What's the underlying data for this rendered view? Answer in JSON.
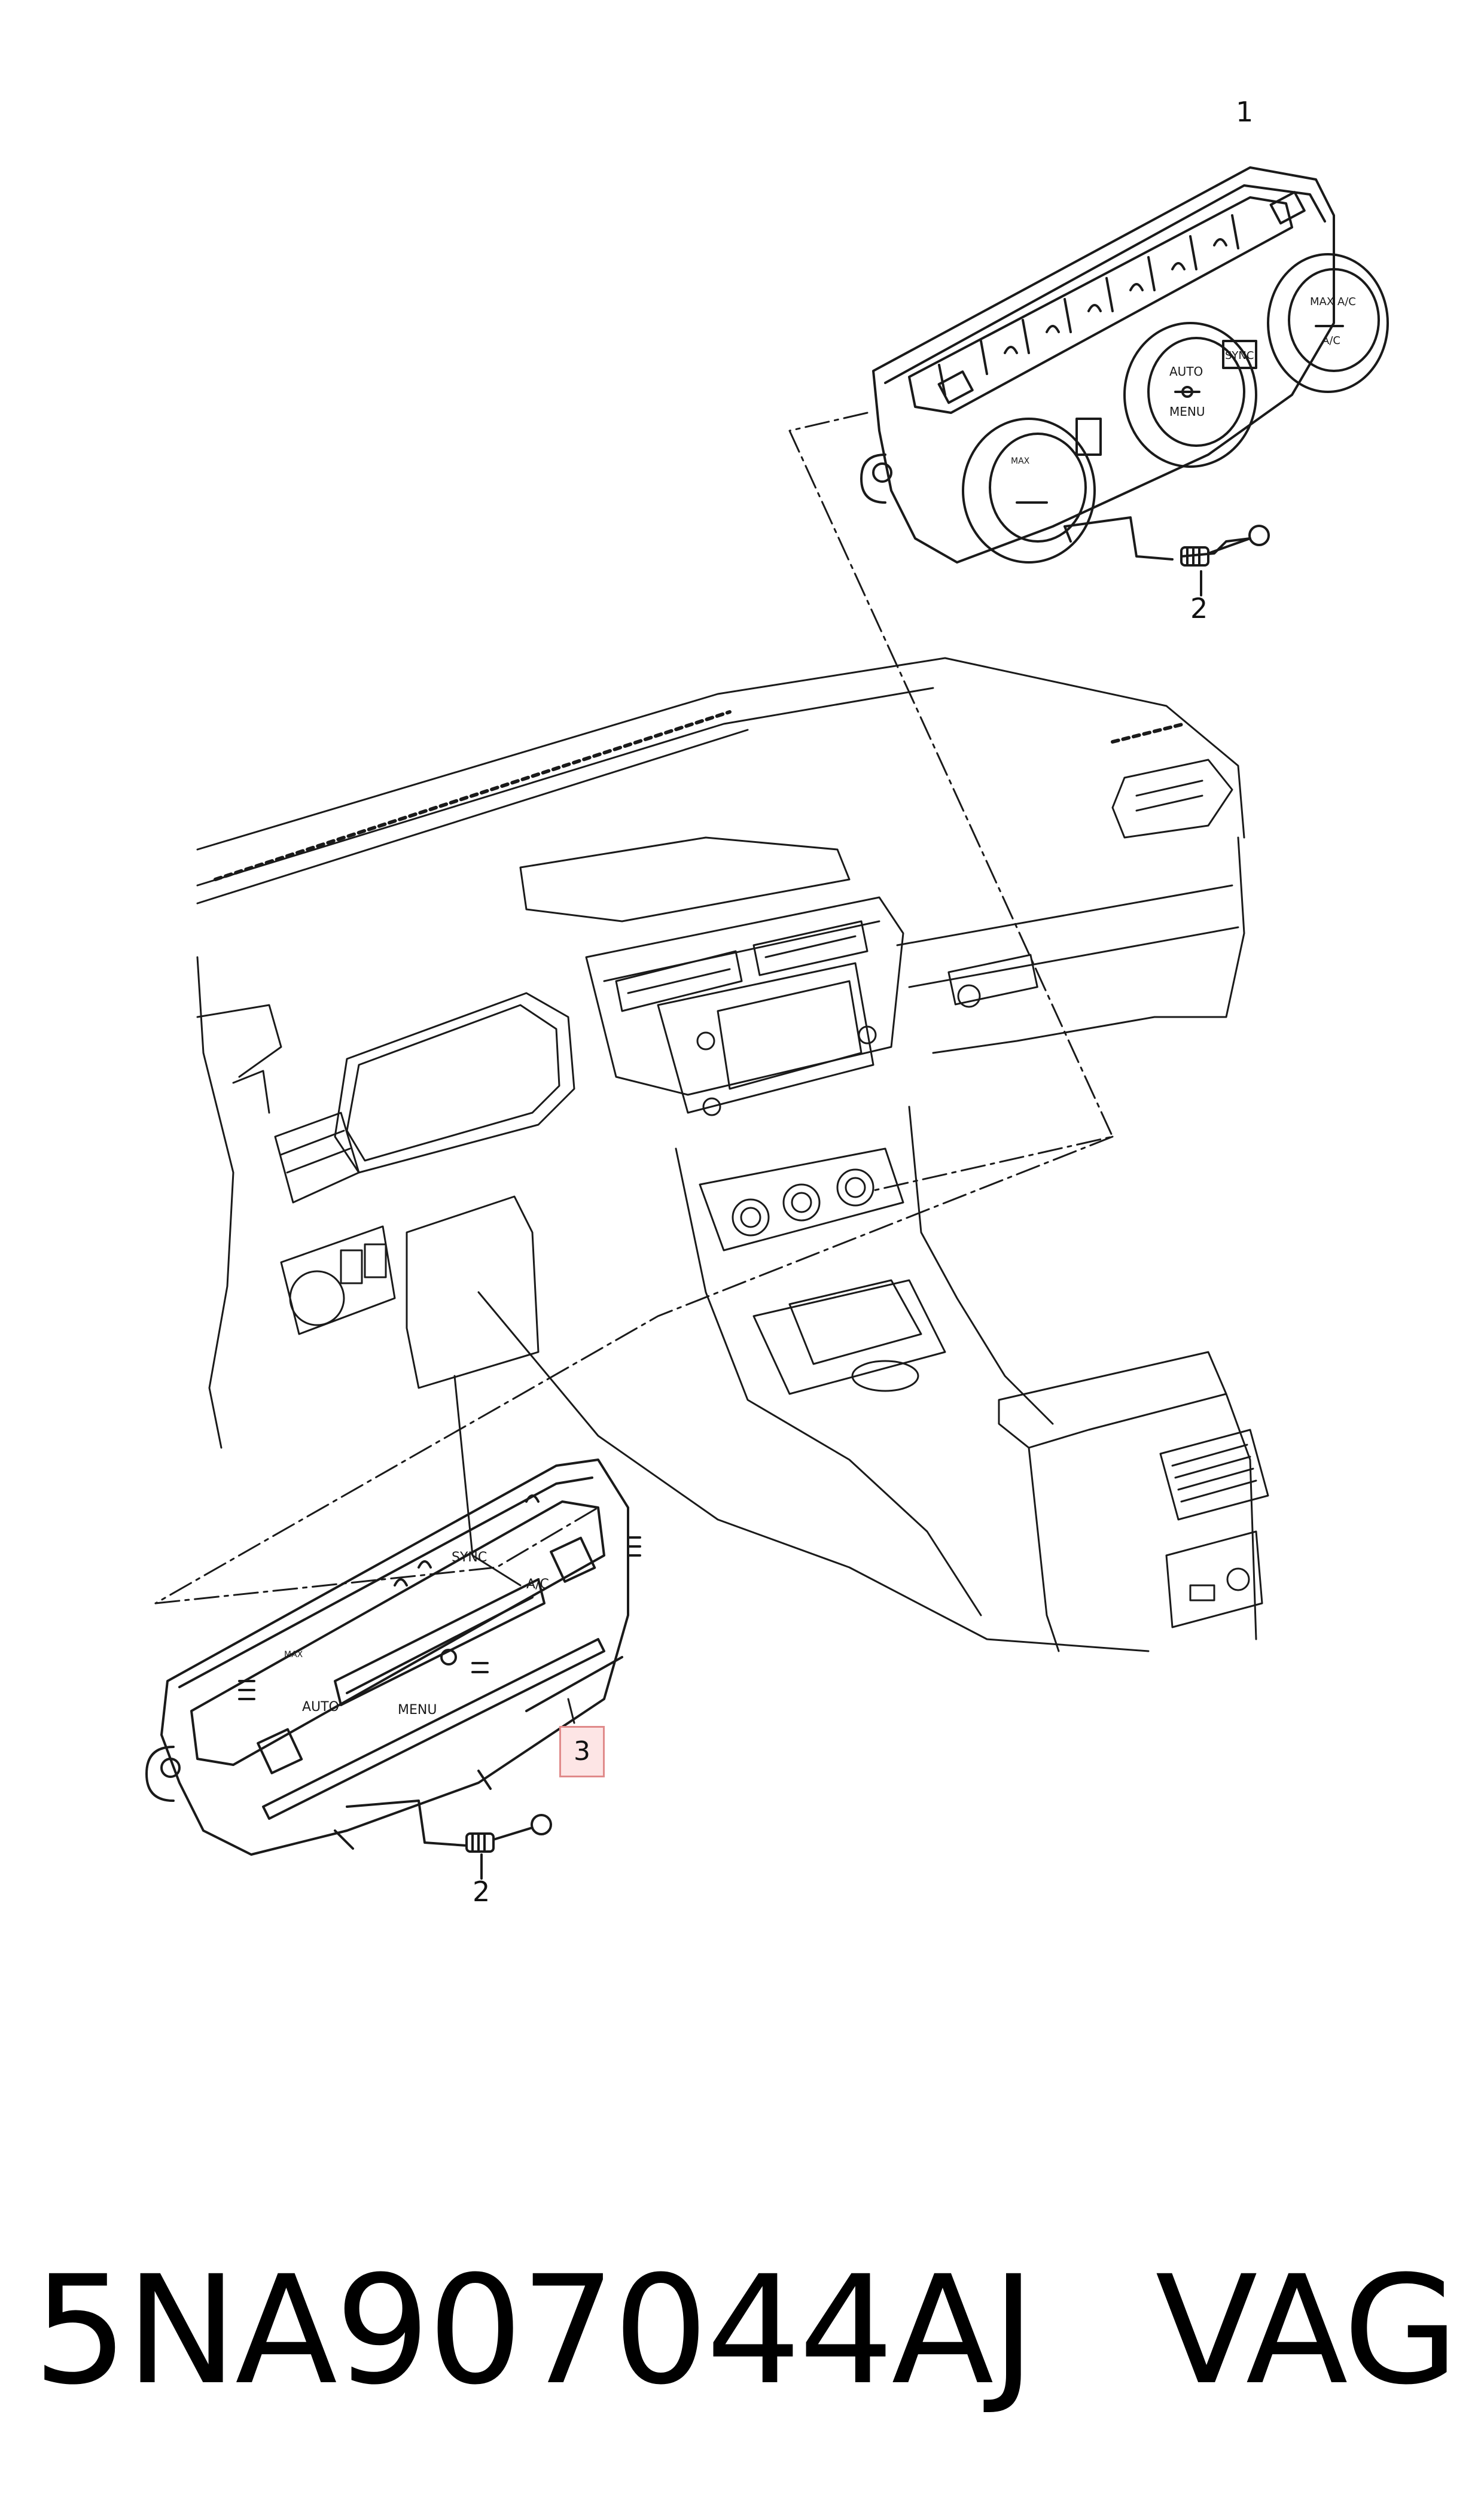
{
  "callouts": {
    "upper_unit": "1",
    "screw_upper": "2",
    "screw_lower": "2",
    "lower_unit": "3"
  },
  "panel_labels": {
    "auto": "AUTO",
    "menu": "MENU",
    "sync": "SYNC",
    "ac": "A/C",
    "max_ac": "MAX A/C",
    "max": "MAX"
  },
  "footer": {
    "part_number": "5NA907044AJ",
    "brand": "VAG"
  },
  "colors": {
    "line": "#1a1a1a",
    "highlight_border": "#e08a8a",
    "highlight_fill": "#fde5e5"
  }
}
